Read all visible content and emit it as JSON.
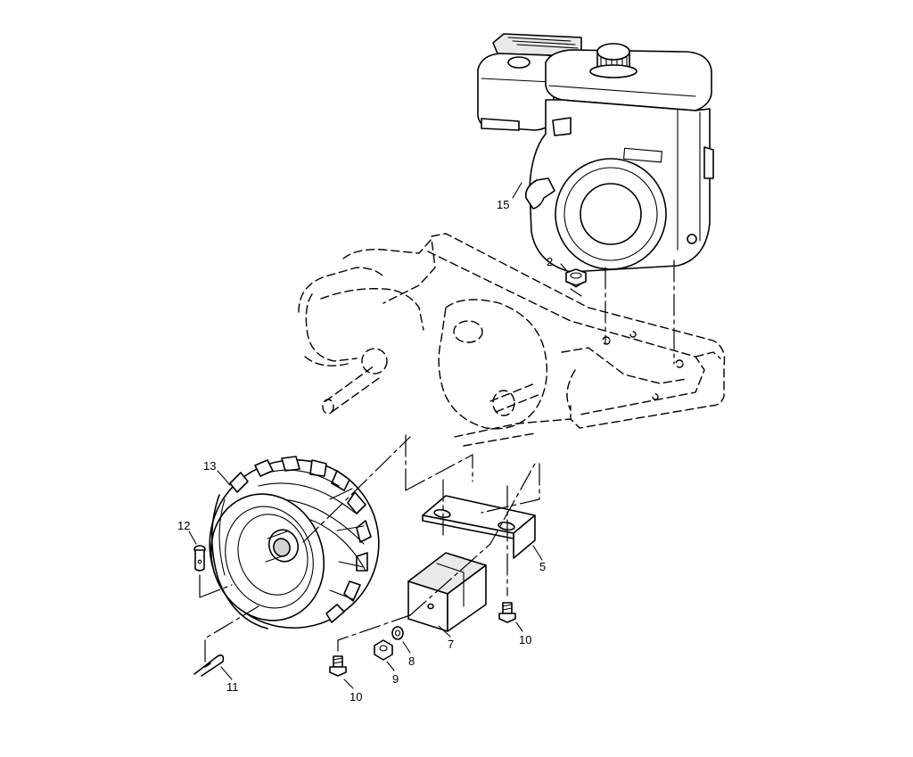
{
  "callouts": {
    "c2": "2",
    "c5": "5",
    "c7": "7",
    "c8": "8",
    "c9": "9",
    "c10a": "10",
    "c10b": "10",
    "c11": "11",
    "c12": "12",
    "c13": "13",
    "c15": "15"
  }
}
